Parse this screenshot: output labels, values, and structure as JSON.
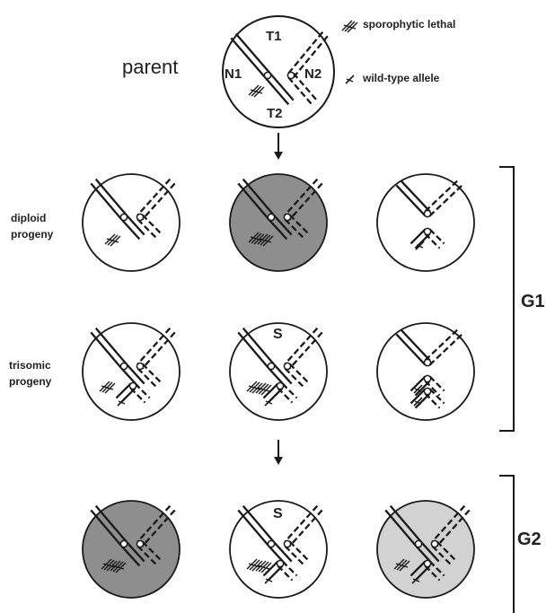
{
  "parent": {
    "label": "parent",
    "chromosome_labels": {
      "t1": "T1",
      "t2": "T2",
      "n1": "N1",
      "n2": "N2"
    }
  },
  "legend": [
    {
      "key": "sporophytic-lethal",
      "label": "sporophytic lethal"
    },
    {
      "key": "wild-type-allele",
      "label": "wild-type allele"
    }
  ],
  "rows": {
    "diploid": {
      "line1": "diploid",
      "line2": "progeny"
    },
    "trisomic": {
      "line1": "trisomic",
      "line2": "progeny"
    }
  },
  "generations": {
    "g1": "G1",
    "g2": "G2"
  },
  "survivor_marker": "S",
  "colors": {
    "white_fill": "#ffffff",
    "dark_gray_fill": "#8e8e8e",
    "light_gray_fill": "#d2d2d2",
    "stroke": "#1a1a1a"
  },
  "progeny": {
    "g1_diploid": [
      {
        "fill": "white",
        "layout": "diploid-n1-t2-lethal",
        "survivor": false
      },
      {
        "fill": "dark-gray",
        "layout": "diploid-n1-n2",
        "survivor": false
      },
      {
        "fill": "white",
        "layout": "diploid-t1-t2",
        "survivor": false
      }
    ],
    "g1_trisomic": [
      {
        "fill": "white",
        "layout": "trisomic-n1-n2-t2",
        "survivor": false
      },
      {
        "fill": "white",
        "layout": "trisomic-n1-n2-t2-lethal",
        "survivor": true
      },
      {
        "fill": "white",
        "layout": "trisomic-t1-t2-t2",
        "survivor": false
      }
    ],
    "g2": [
      {
        "fill": "dark-gray",
        "layout": "diploid-n1-n2",
        "survivor": false
      },
      {
        "fill": "white",
        "layout": "trisomic-n1-n2-t2-lethal",
        "survivor": true
      },
      {
        "fill": "light-gray",
        "layout": "trisomic-n1-n2-t2",
        "survivor": false
      }
    ]
  }
}
